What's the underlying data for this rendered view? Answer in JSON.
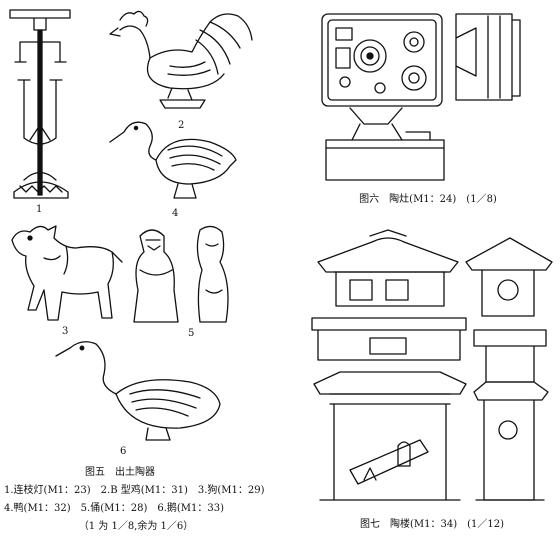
{
  "figure5": {
    "title": "图五　出土陶器",
    "items": [
      "1.连枝灯(M1：23)　2.B 型鸡(M1：31)　3.狗(M1：29)",
      "4.鸭(M1：32)　5.俑(M1：28)　6.鹅(M1：33)",
      "（1 为 1／8,余为 1／6）"
    ],
    "labels": [
      "1",
      "2",
      "3",
      "4",
      "5",
      "6"
    ]
  },
  "figure6": {
    "title": "图六　陶灶(M1：24)　(1／8)"
  },
  "figure7": {
    "title": "图七　陶楼(M1：34)　(1／12)"
  }
}
